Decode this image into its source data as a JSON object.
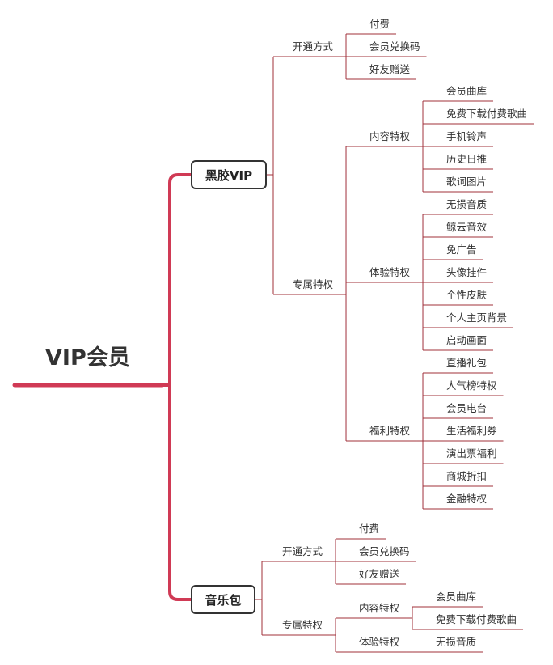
{
  "root": {
    "label": "VIP会员"
  },
  "colors": {
    "trunk": "#d03a55",
    "line": "#a0303a",
    "text": "#333333",
    "box_border": "#333333"
  },
  "branches": [
    {
      "label": "黑胶VIP",
      "groups": [
        {
          "label": "开通方式",
          "items": [
            "付费",
            "会员兑换码",
            "好友赠送"
          ]
        },
        {
          "label": "专属特权",
          "subgroups": [
            {
              "label": "内容特权",
              "items": [
                "会员曲库",
                "免费下载付费歌曲",
                "手机铃声",
                "历史日推",
                "歌词图片"
              ]
            },
            {
              "label": "体验特权",
              "items": [
                "无损音质",
                "鲸云音效",
                "免广告",
                "头像挂件",
                "个性皮肤",
                "个人主页背景",
                "启动画面"
              ]
            },
            {
              "label": "福利特权",
              "items": [
                "直播礼包",
                "人气榜特权",
                "会员电台",
                "生活福利券",
                "演出票福利",
                "商城折扣",
                "金融特权"
              ]
            }
          ]
        }
      ]
    },
    {
      "label": "音乐包",
      "groups": [
        {
          "label": "开通方式",
          "items": [
            "付费",
            "会员兑换码",
            "好友赠送"
          ]
        },
        {
          "label": "专属特权",
          "subgroups": [
            {
              "label": "内容特权",
              "items": [
                "会员曲库",
                "免费下载付费歌曲"
              ]
            },
            {
              "label": "体验特权",
              "items": [
                "无损音质"
              ]
            }
          ]
        }
      ]
    }
  ]
}
